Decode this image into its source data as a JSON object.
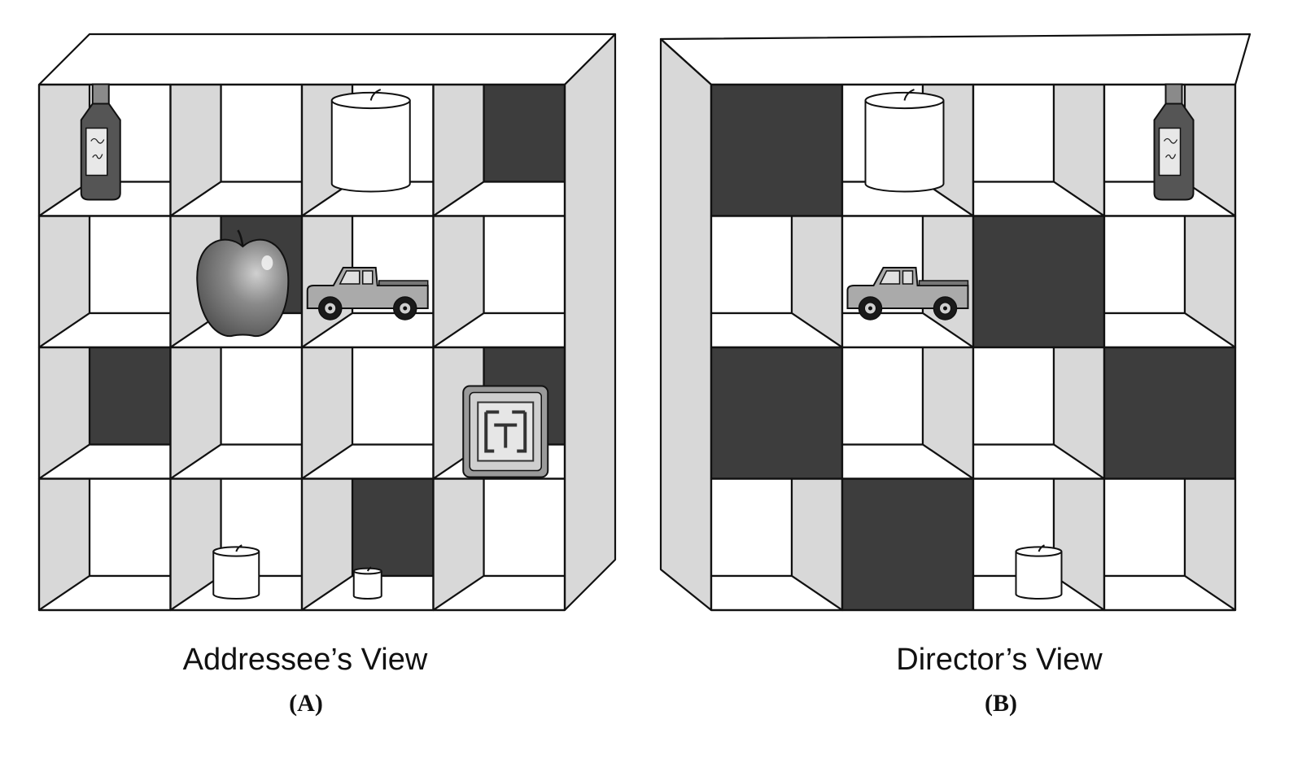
{
  "panels": [
    {
      "id": "A",
      "caption": "Addressee’s View",
      "label": "(A)",
      "blocked_cells": [
        [
          0,
          3
        ],
        [
          1,
          1
        ],
        [
          2,
          0
        ],
        [
          2,
          3
        ],
        [
          3,
          2
        ]
      ],
      "objects": [
        {
          "icon": "bottle-icon",
          "row": 0,
          "col": 0
        },
        {
          "icon": "candle-large-icon",
          "row": 0,
          "col": 2
        },
        {
          "icon": "apple-icon",
          "row": 1,
          "col": 1
        },
        {
          "icon": "truck-icon",
          "row": 1,
          "col": 2
        },
        {
          "icon": "block-icon",
          "row": 2,
          "col": 3
        },
        {
          "icon": "candle-medium-icon",
          "row": 3,
          "col": 1
        },
        {
          "icon": "candle-small-icon",
          "row": 3,
          "col": 2
        }
      ]
    },
    {
      "id": "B",
      "caption": "Director’s View",
      "label": "(B)",
      "blocked_cells": [
        [
          0,
          0
        ],
        [
          1,
          2
        ],
        [
          2,
          0
        ],
        [
          2,
          3
        ],
        [
          3,
          1
        ]
      ],
      "objects": [
        {
          "icon": "candle-large-icon",
          "row": 0,
          "col": 1
        },
        {
          "icon": "bottle-icon",
          "row": 0,
          "col": 3
        },
        {
          "icon": "truck-icon",
          "row": 1,
          "col": 1
        },
        {
          "icon": "candle-medium-icon",
          "row": 3,
          "col": 2
        }
      ]
    }
  ],
  "colors": {
    "blocked": "#3d3d3d",
    "side_wall": "#d8d8d8",
    "outline": "#111111",
    "object_dark": "#555555",
    "object_mid": "#8a8a8a"
  }
}
